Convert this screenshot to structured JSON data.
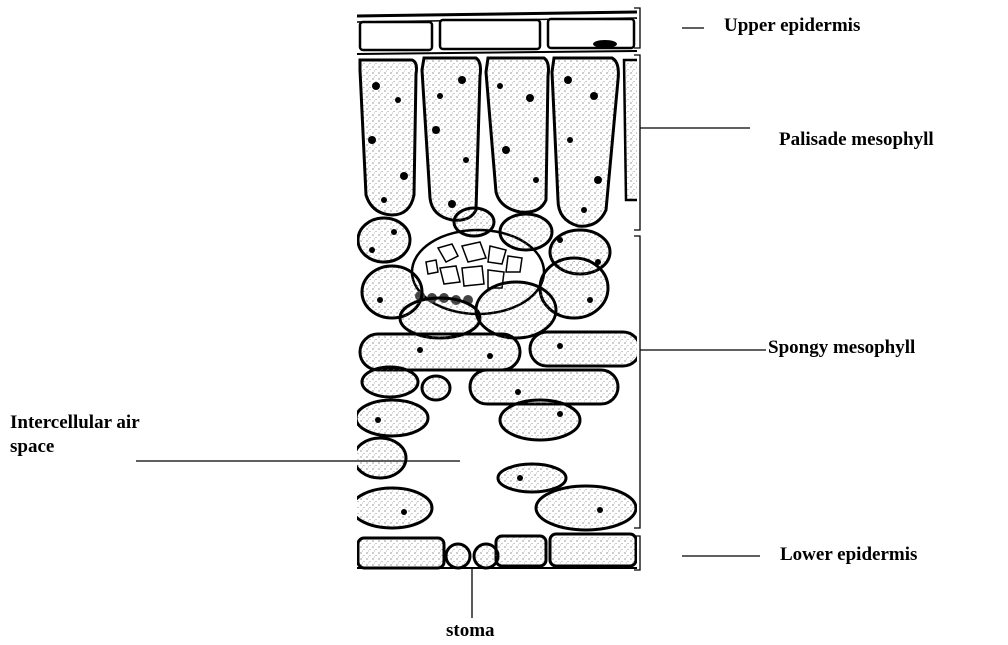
{
  "diagram": {
    "labels": {
      "upper_epidermis": "Upper epidermis",
      "palisade_mesophyll": "Palisade mesophyll",
      "spongy_mesophyll": "Spongy mesophyll",
      "intercellular_line1": "Intercellular air",
      "intercellular_line2": "space",
      "lower_epidermis": "Lower epidermis",
      "stoma": "stoma"
    }
  }
}
